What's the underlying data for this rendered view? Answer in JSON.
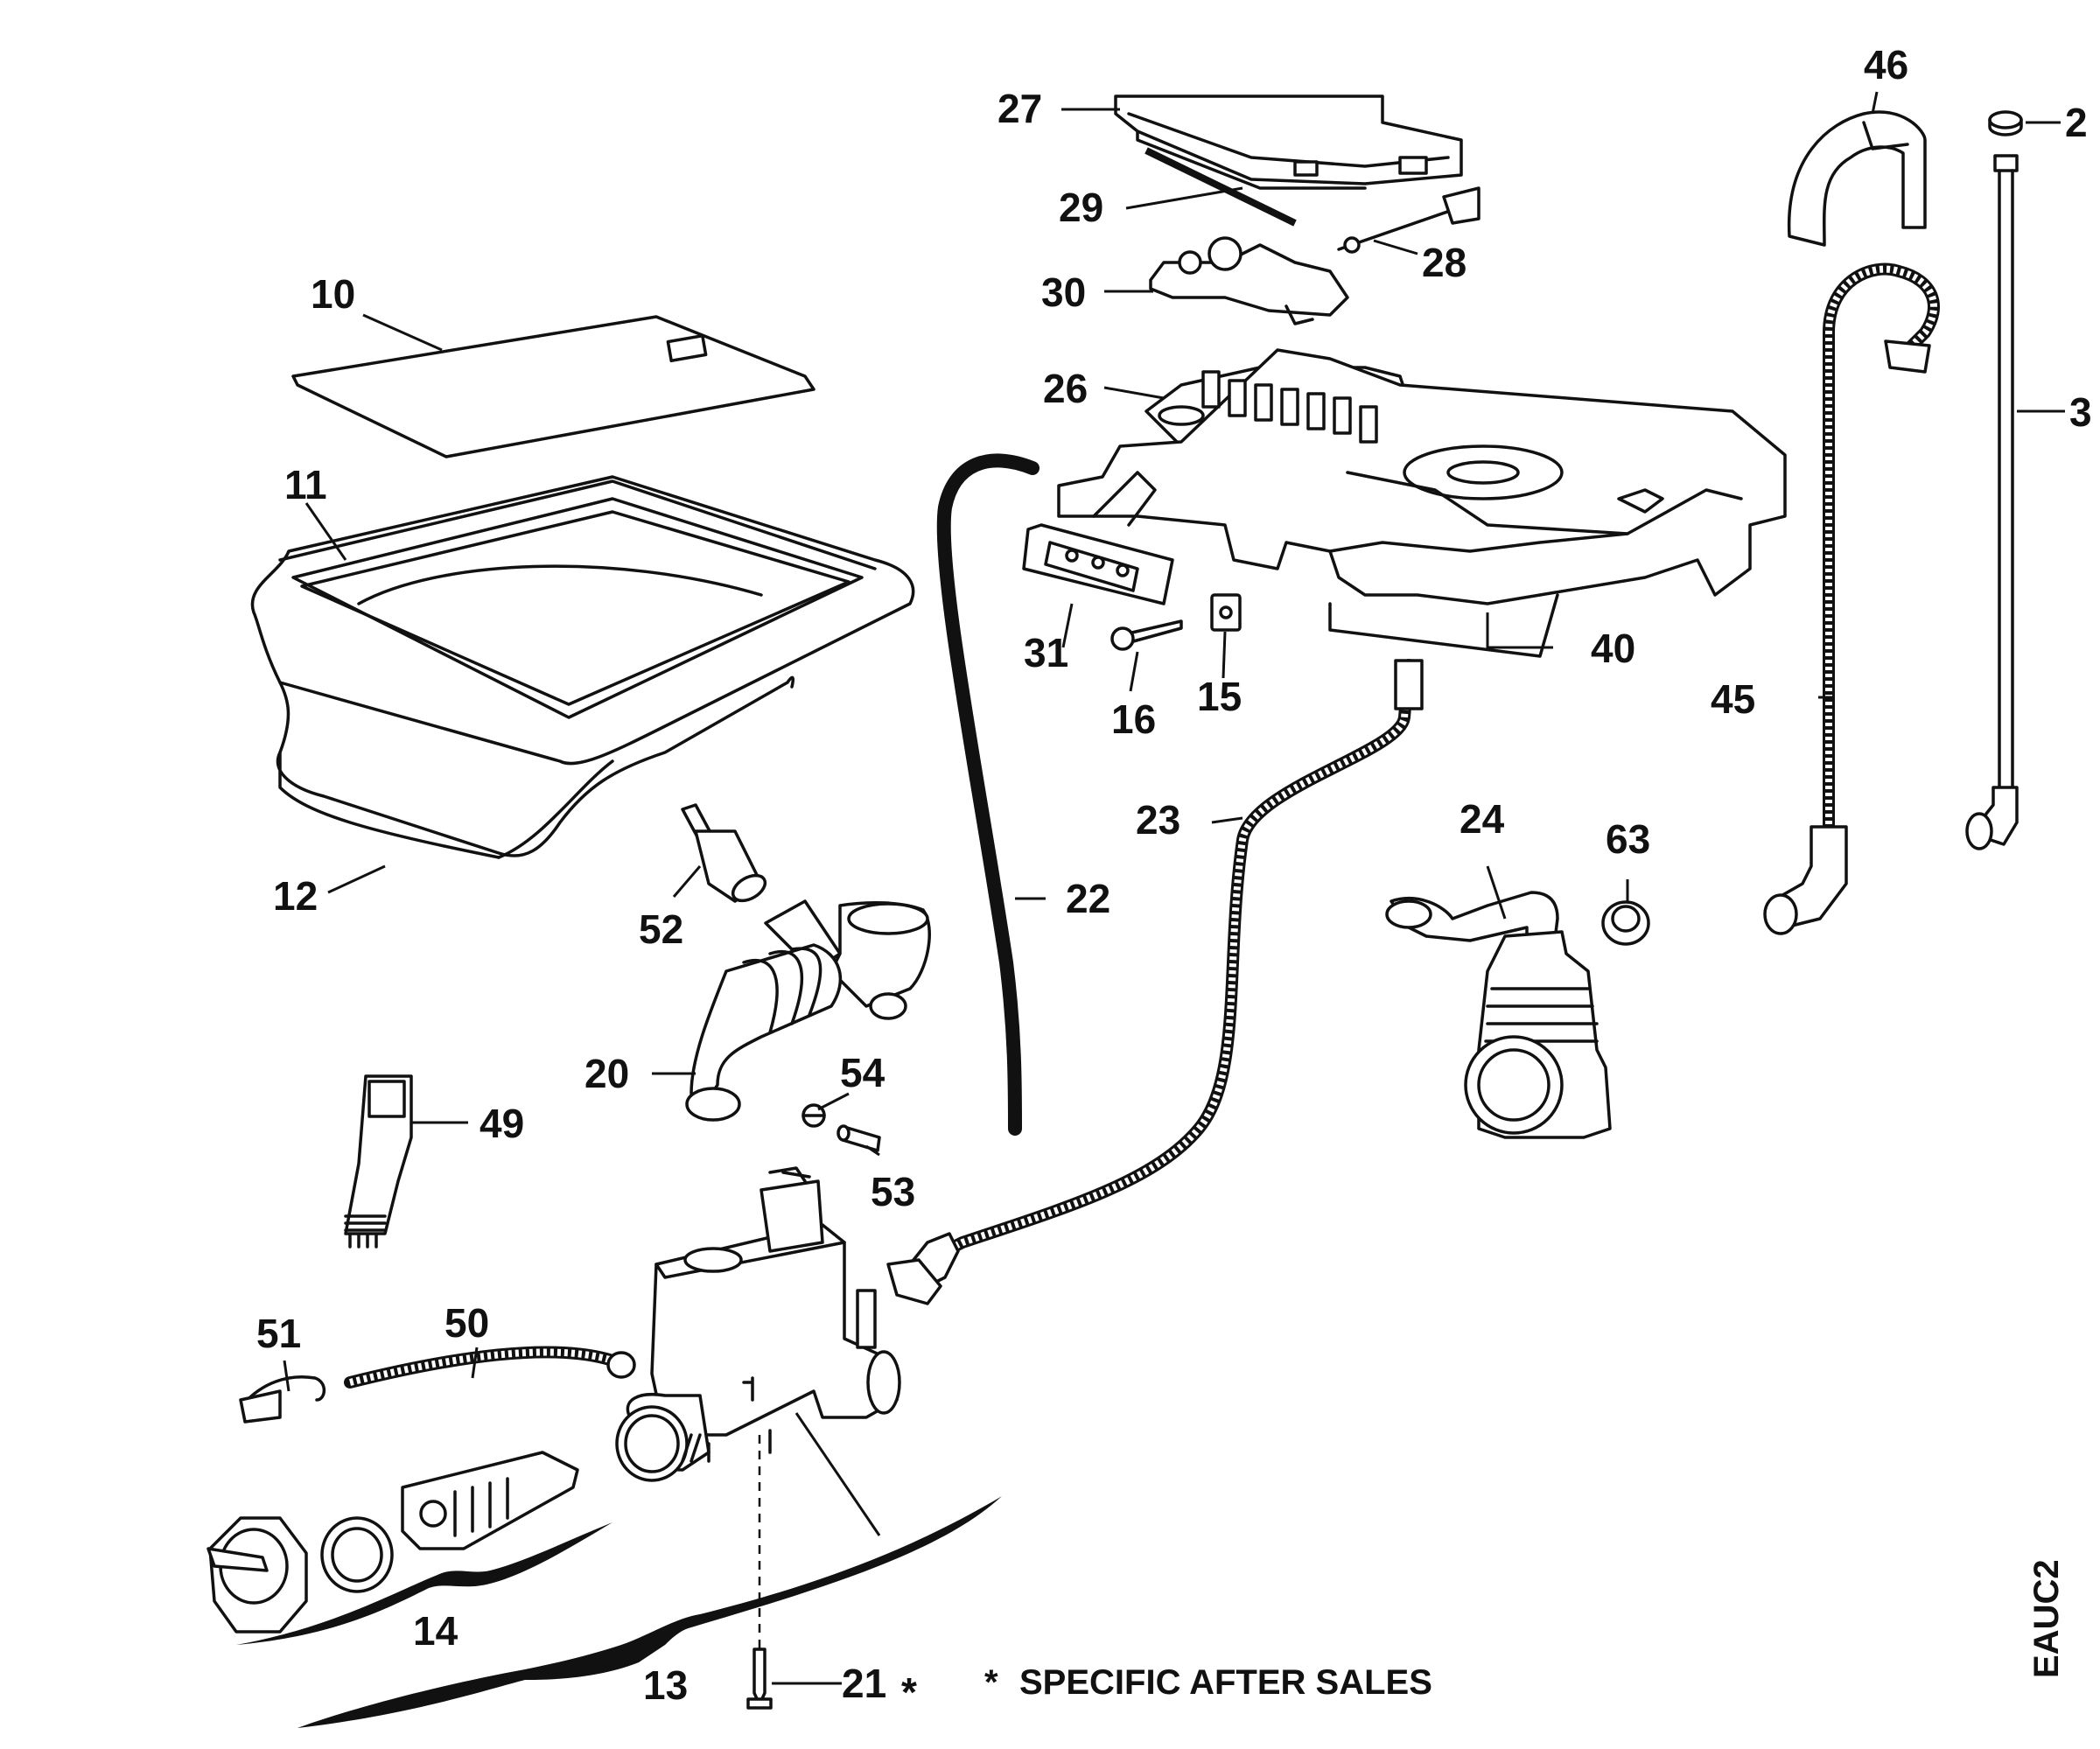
{
  "diagram": {
    "code": "EAUC2",
    "note": "SPECIFIC AFTER SALES",
    "note_marker": "*",
    "parts": [
      {
        "id": "p27",
        "label": "27"
      },
      {
        "id": "p29",
        "label": "29"
      },
      {
        "id": "p28",
        "label": "28"
      },
      {
        "id": "p30",
        "label": "30"
      },
      {
        "id": "p26",
        "label": "26"
      },
      {
        "id": "p31",
        "label": "31"
      },
      {
        "id": "p16",
        "label": "16"
      },
      {
        "id": "p15",
        "label": "15"
      },
      {
        "id": "p40",
        "label": "40"
      },
      {
        "id": "p46",
        "label": "46"
      },
      {
        "id": "p2",
        "label": "2"
      },
      {
        "id": "p3",
        "label": "3"
      },
      {
        "id": "p45",
        "label": "45"
      },
      {
        "id": "p10",
        "label": "10"
      },
      {
        "id": "p11",
        "label": "11"
      },
      {
        "id": "p12",
        "label": "12"
      },
      {
        "id": "p22",
        "label": "22"
      },
      {
        "id": "p23",
        "label": "23"
      },
      {
        "id": "p24",
        "label": "24"
      },
      {
        "id": "p63",
        "label": "63"
      },
      {
        "id": "p52",
        "label": "52"
      },
      {
        "id": "p20",
        "label": "20"
      },
      {
        "id": "p54",
        "label": "54"
      },
      {
        "id": "p53",
        "label": "53"
      },
      {
        "id": "p49",
        "label": "49"
      },
      {
        "id": "p50",
        "label": "50"
      },
      {
        "id": "p51",
        "label": "51"
      },
      {
        "id": "p14",
        "label": "14"
      },
      {
        "id": "p13",
        "label": "13"
      },
      {
        "id": "p21",
        "label": "21"
      }
    ]
  }
}
